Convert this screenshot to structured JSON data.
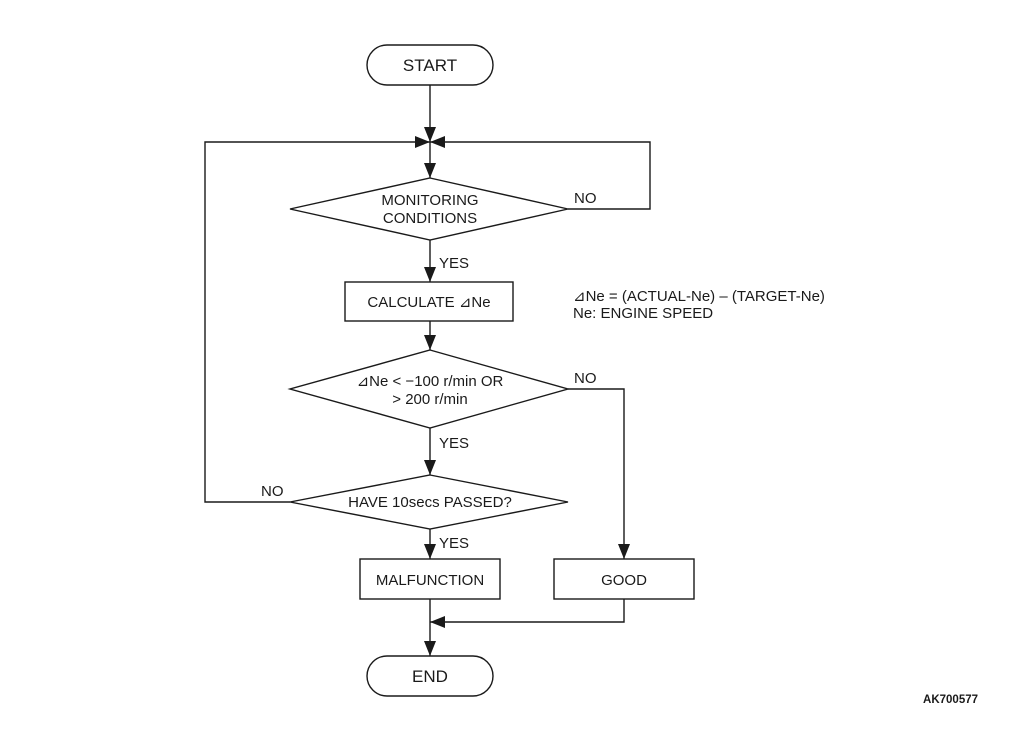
{
  "flowchart": {
    "start": "START",
    "end": "END",
    "monitoring": {
      "line1": "MONITORING",
      "line2": "CONDITIONS"
    },
    "calculate": "CALCULATE  ⊿Ne",
    "check_ne": {
      "line1": "⊿Ne < −100 r/min OR",
      "line2": "> 200 r/min"
    },
    "time_check": "HAVE 10secs PASSED?",
    "malfunction": "MALFUNCTION",
    "good": "GOOD",
    "labels": {
      "yes_1": "YES",
      "yes_2": "YES",
      "yes_3": "YES",
      "no_monitoring": "NO",
      "no_check": "NO",
      "no_time": "NO"
    },
    "note": {
      "line1": "⊿Ne = (ACTUAL-Ne) – (TARGET-Ne)",
      "line2": "Ne: ENGINE SPEED"
    },
    "figure_id": "AK700577"
  }
}
